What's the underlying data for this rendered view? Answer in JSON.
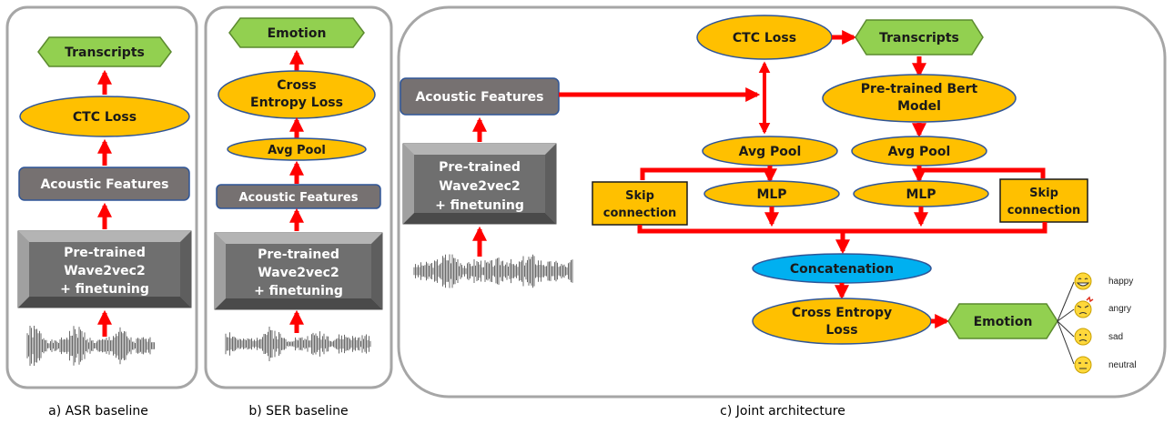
{
  "colors": {
    "hex_green": "#92d050",
    "ellipse_gold": "#ffc000",
    "feature_gray": "#7f7f7f",
    "arrow_red": "#ff0000",
    "concat_blue": "#00b0f0",
    "panel_border": "#a6a6a6"
  },
  "panel_a": {
    "caption": "a) ASR baseline",
    "transcripts": "Transcripts",
    "ctc_loss": "CTC  Loss",
    "acoustic_features": "Acoustic Features",
    "pretrained_lines": [
      "Pre-trained",
      "Wave2vec2",
      "+ finetuning"
    ]
  },
  "panel_b": {
    "caption": "b) SER baseline",
    "emotion": "Emotion",
    "loss_lines": [
      "Cross",
      "Entropy Loss"
    ],
    "avg_pool": "Avg Pool",
    "acoustic_features": "Acoustic Features",
    "pretrained_lines": [
      "Pre-trained",
      "Wave2vec2",
      "+ finetuning"
    ]
  },
  "panel_c": {
    "caption": "c) Joint architecture",
    "ctc_loss": "CTC Loss",
    "transcripts": "Transcripts",
    "acoustic_features": "Acoustic Features",
    "pretrained_lines": [
      "Pre-trained",
      "Wave2vec2",
      "+ finetuning"
    ],
    "bert_lines": [
      "Pre-trained Bert",
      "Model"
    ],
    "avg_pool": "Avg Pool",
    "mlp": "MLP",
    "skip_lines": [
      "Skip",
      "connection"
    ],
    "concatenation": "Concatenation",
    "loss_lines": [
      "Cross Entropy",
      "Loss"
    ],
    "emotion": "Emotion",
    "emotion_labels": [
      "happy",
      "angry",
      "sad",
      "neutral"
    ]
  }
}
